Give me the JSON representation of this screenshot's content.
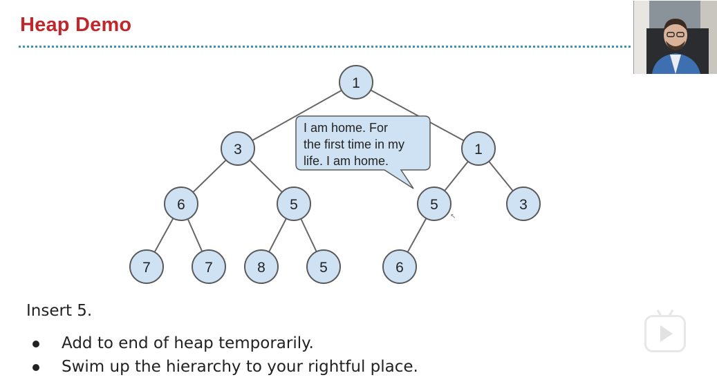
{
  "slide": {
    "title": "Heap Demo",
    "colors": {
      "title": "#c0272d",
      "rule": "#3a93b5",
      "node_fill": "#cfe2f3",
      "node_stroke": "#595959"
    }
  },
  "heap": {
    "nodes": [
      {
        "value": "1"
      },
      {
        "value": "3"
      },
      {
        "value": "1"
      },
      {
        "value": "6"
      },
      {
        "value": "5"
      },
      {
        "value": "5"
      },
      {
        "value": "3"
      },
      {
        "value": "7"
      },
      {
        "value": "7"
      },
      {
        "value": "8"
      },
      {
        "value": "5"
      },
      {
        "value": "6"
      }
    ]
  },
  "speech_bubble": {
    "lines": [
      "I am home. For",
      "the first time in my",
      "life. I am home."
    ]
  },
  "content": {
    "intro": "Insert 5.",
    "bullets": [
      "Add to end of heap temporarily.",
      "Swim up the hierarchy to your rightful place."
    ]
  },
  "overlay": {
    "webcam_icon": "presenter-video-icon",
    "play_icon": "bilibili-play-icon"
  }
}
